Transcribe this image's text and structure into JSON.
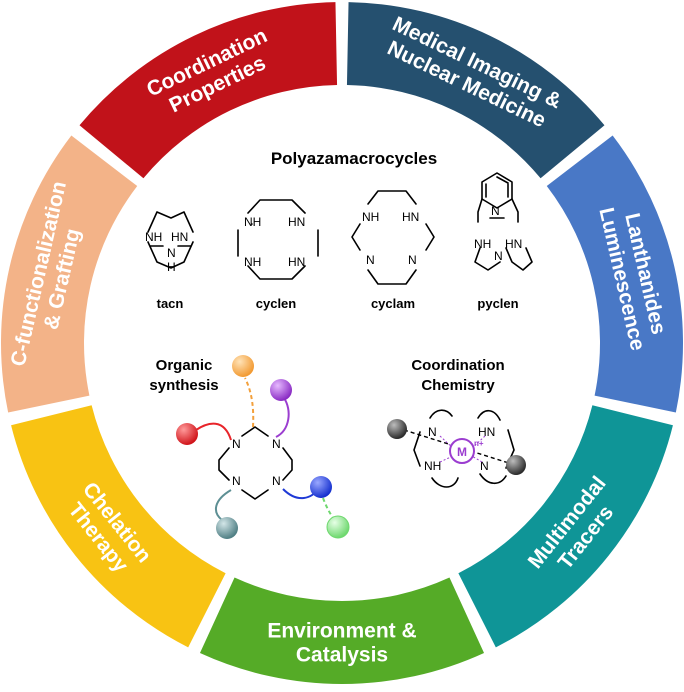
{
  "center": {
    "title": "Polyazamacrocycles",
    "molecules": [
      {
        "name": "tacn",
        "atoms": [
          "NH",
          "HN",
          "N",
          "H"
        ]
      },
      {
        "name": "cyclen",
        "atoms": [
          "NH",
          "HN",
          "NH",
          "HN"
        ]
      },
      {
        "name": "cyclam",
        "atoms": [
          "NH",
          "HN",
          "N",
          "N"
        ]
      },
      {
        "name": "pyclen",
        "atoms": [
          "N",
          "NH",
          "HN",
          "N"
        ]
      }
    ],
    "organic": {
      "line1": "Organic",
      "line2": "synthesis",
      "atom": "N"
    },
    "coordination": {
      "line1": "Coordination",
      "line2": "Chemistry",
      "metal": "M",
      "charge": "n+",
      "atoms": [
        "N",
        "HN",
        "NH",
        "N"
      ]
    }
  },
  "segments": [
    {
      "id": "coordination-properties",
      "color": "#c1121a",
      "lines": [
        "Coordination",
        "Properties"
      ]
    },
    {
      "id": "medical-imaging",
      "color": "#25506f",
      "lines": [
        "Medical Imaging &",
        "Nuclear Medicine"
      ]
    },
    {
      "id": "lanthanides-luminescence",
      "color": "#4978c6",
      "lines": [
        "Lanthanides",
        "Luminescence"
      ]
    },
    {
      "id": "multimodal-tracers",
      "color": "#0f9597",
      "lines": [
        "Multimodal",
        "Tracers"
      ]
    },
    {
      "id": "environment-catalysis",
      "color": "#55ab27",
      "lines": [
        "Environment &",
        "Catalysis"
      ]
    },
    {
      "id": "chelation-therapy",
      "color": "#f8c313",
      "lines": [
        "Chelation",
        "Therapy"
      ]
    },
    {
      "id": "c-functionalization",
      "color": "#f3b388",
      "lines": [
        "C-functionalization",
        "& Grafting"
      ]
    }
  ],
  "colors": {
    "red_ball": "#e8242a",
    "orange_ball": "#f3a03c",
    "purple_ball": "#9b3dd0",
    "blue_ball": "#1f3ad6",
    "teal_ball": "#5d8f94",
    "green_ball": "#6fd86f",
    "metal": "#9b3dd0"
  }
}
